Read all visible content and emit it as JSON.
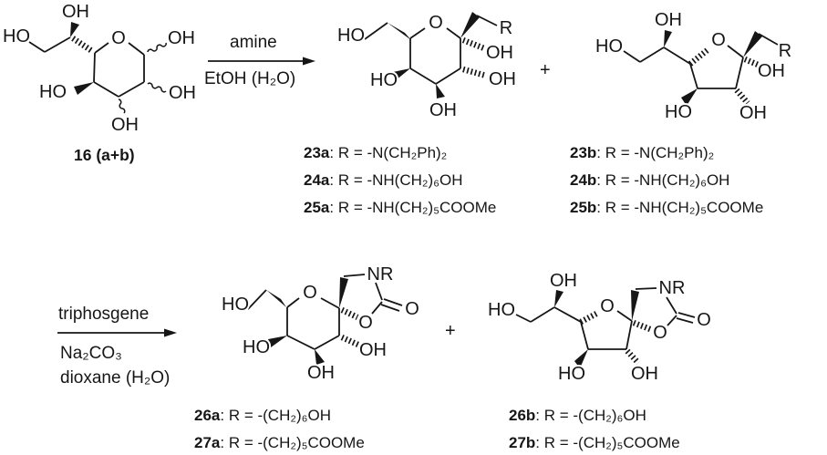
{
  "scheme": {
    "start_material_label": "16 (a+b)",
    "plus": "+",
    "atoms": {
      "oh": "OH",
      "ho": "HO",
      "o": "O",
      "r": "R",
      "nr": "NR"
    },
    "step1": {
      "reagent_above": "amine",
      "reagent_below": "EtOH (H₂O)"
    },
    "step2": {
      "reagent_above": "triphosgene",
      "reagent_below_1": "Na₂CO₃",
      "reagent_below_2": "dioxane (H₂O)"
    },
    "step1_products_pyranose": [
      {
        "id": "23a",
        "definition": ": R = -N(CH₂Ph)₂"
      },
      {
        "id": "24a",
        "definition": ": R = -NH(CH₂)₆OH"
      },
      {
        "id": "25a",
        "definition": ": R = -NH(CH₂)₅COOMe"
      }
    ],
    "step1_products_furanose": [
      {
        "id": "23b",
        "definition": ": R = -N(CH₂Ph)₂"
      },
      {
        "id": "24b",
        "definition": ": R = -NH(CH₂)₆OH"
      },
      {
        "id": "25b",
        "definition": ": R = -NH(CH₂)₅COOMe"
      }
    ],
    "step2_products_pyranose": [
      {
        "id": "26a",
        "definition": ": R = -(CH₂)₆OH"
      },
      {
        "id": "27a",
        "definition": ": R = -(CH₂)₅COOMe"
      }
    ],
    "step2_products_furanose": [
      {
        "id": "26b",
        "definition": ": R = -(CH₂)₆OH"
      },
      {
        "id": "27b",
        "definition": ": R = -(CH₂)₅COOMe"
      }
    ]
  }
}
